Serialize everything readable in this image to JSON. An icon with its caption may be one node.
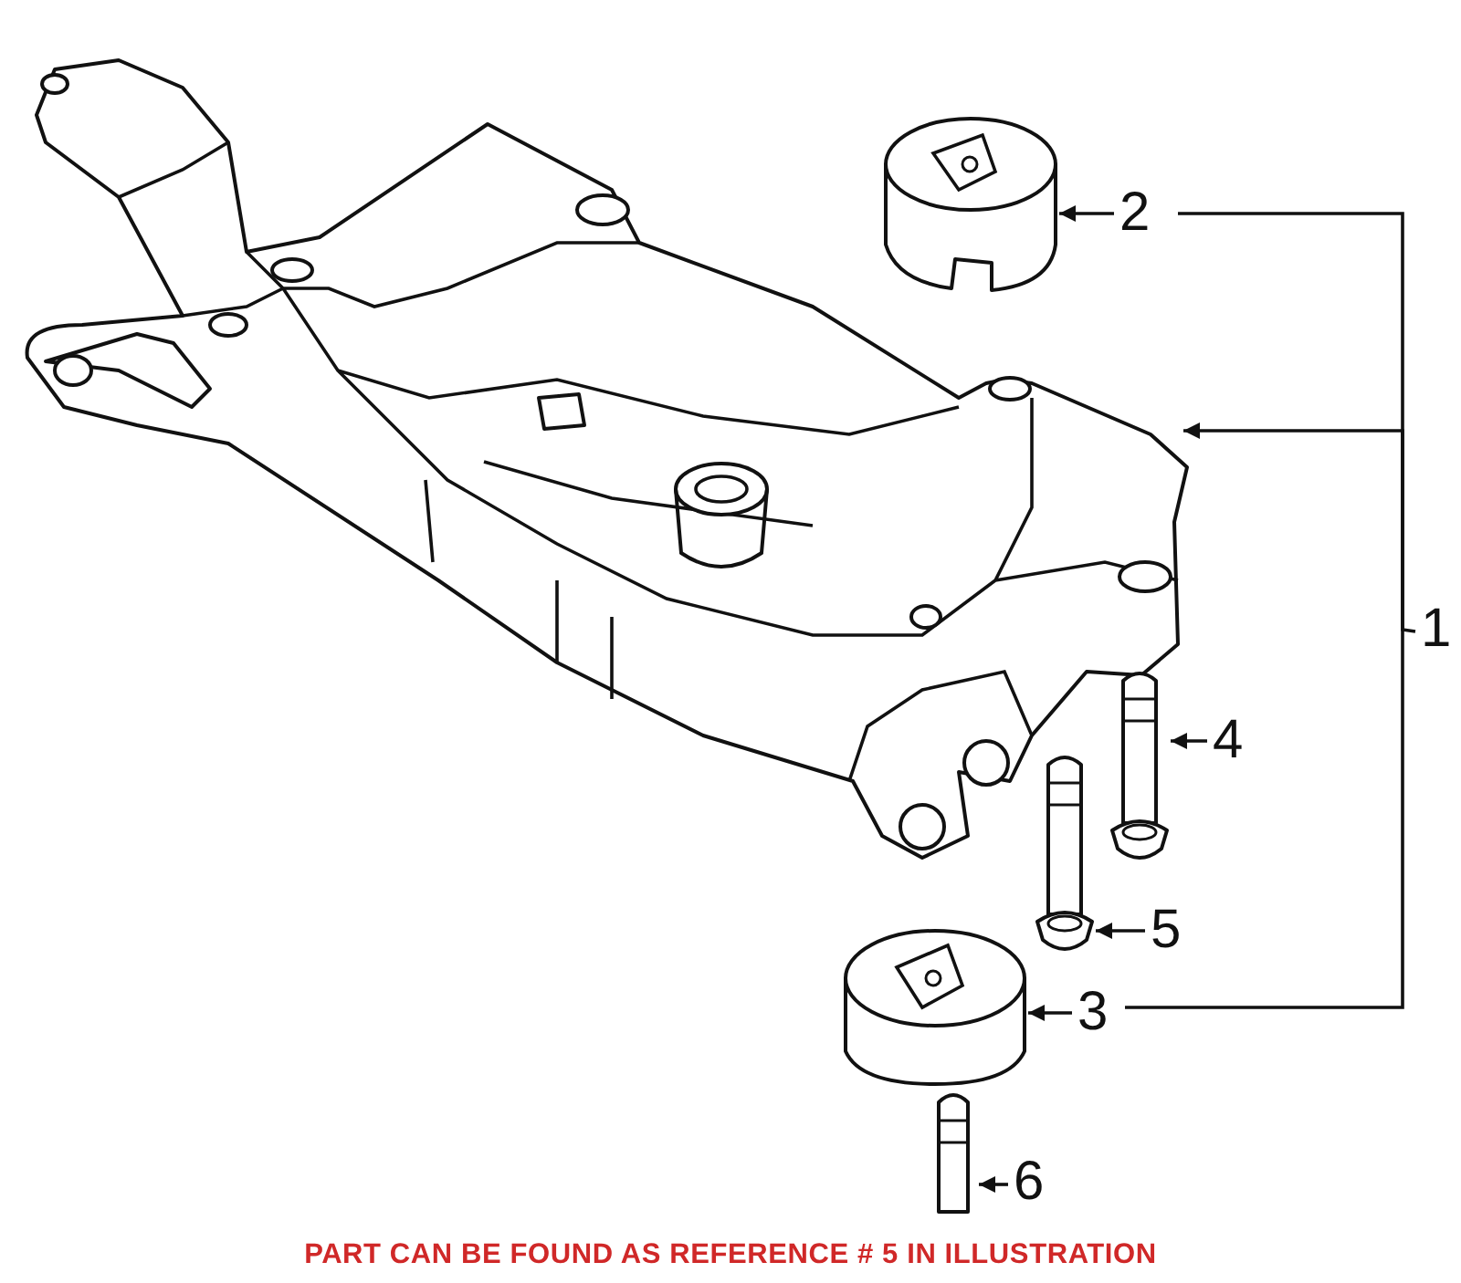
{
  "diagram": {
    "caption": "PART CAN BE FOUND AS REFERENCE # 5 IN ILLUSTRATION",
    "nodes": [
      {
        "text": [
          "1"
        ]
      },
      {
        "text": [
          "2"
        ]
      },
      {
        "text": [
          "3"
        ]
      },
      {
        "text": [
          "4"
        ]
      },
      {
        "text": [
          "5"
        ]
      },
      {
        "text": [
          "6"
        ]
      },
      {
        "text": [],
        "shape": "picture"
      },
      {
        "text": [],
        "shape": "cylinder"
      },
      {
        "text": [],
        "shape": "cylinder"
      },
      {
        "text": [],
        "shape": "picture"
      },
      {
        "text": [],
        "shape": "picture"
      },
      {
        "text": [],
        "shape": "picture"
      }
    ],
    "edges": [
      {
        "from": 0,
        "to": 6,
        "arrow": "to"
      },
      {
        "from": 1,
        "to": 7,
        "arrow": "to"
      },
      {
        "from": 2,
        "to": 8,
        "arrow": "to"
      },
      {
        "from": 3,
        "to": 9,
        "arrow": "to"
      },
      {
        "from": 4,
        "to": 10,
        "arrow": "to"
      },
      {
        "from": 5,
        "to": 11,
        "arrow": "to"
      }
    ]
  }
}
